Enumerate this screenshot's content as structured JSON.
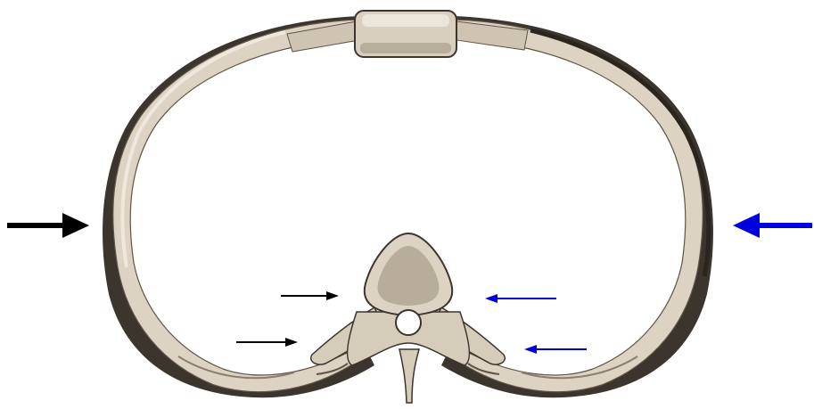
{
  "figure": {
    "colors": {
      "background": "#ffffff",
      "bone_fill": "#ddd3c3",
      "bone_highlight": "#eee7dc",
      "bone_shadow": "#8a7f6e",
      "bone_outline": "#3b352d",
      "cartilage_fill": "#cfc4b2",
      "vertebral_body_fill": "#b8ad9b",
      "arrow_black": "#000000",
      "arrow_blue": "#0000dd"
    },
    "arrows": [
      {
        "id": "left-large",
        "color": "black",
        "direction": "right"
      },
      {
        "id": "right-large",
        "color": "blue",
        "direction": "left"
      },
      {
        "id": "left-small-upper",
        "color": "black",
        "direction": "right"
      },
      {
        "id": "left-small-lower",
        "color": "black",
        "direction": "right"
      },
      {
        "id": "right-small-upper",
        "color": "blue",
        "direction": "left"
      },
      {
        "id": "right-small-lower",
        "color": "blue",
        "direction": "left"
      }
    ]
  }
}
